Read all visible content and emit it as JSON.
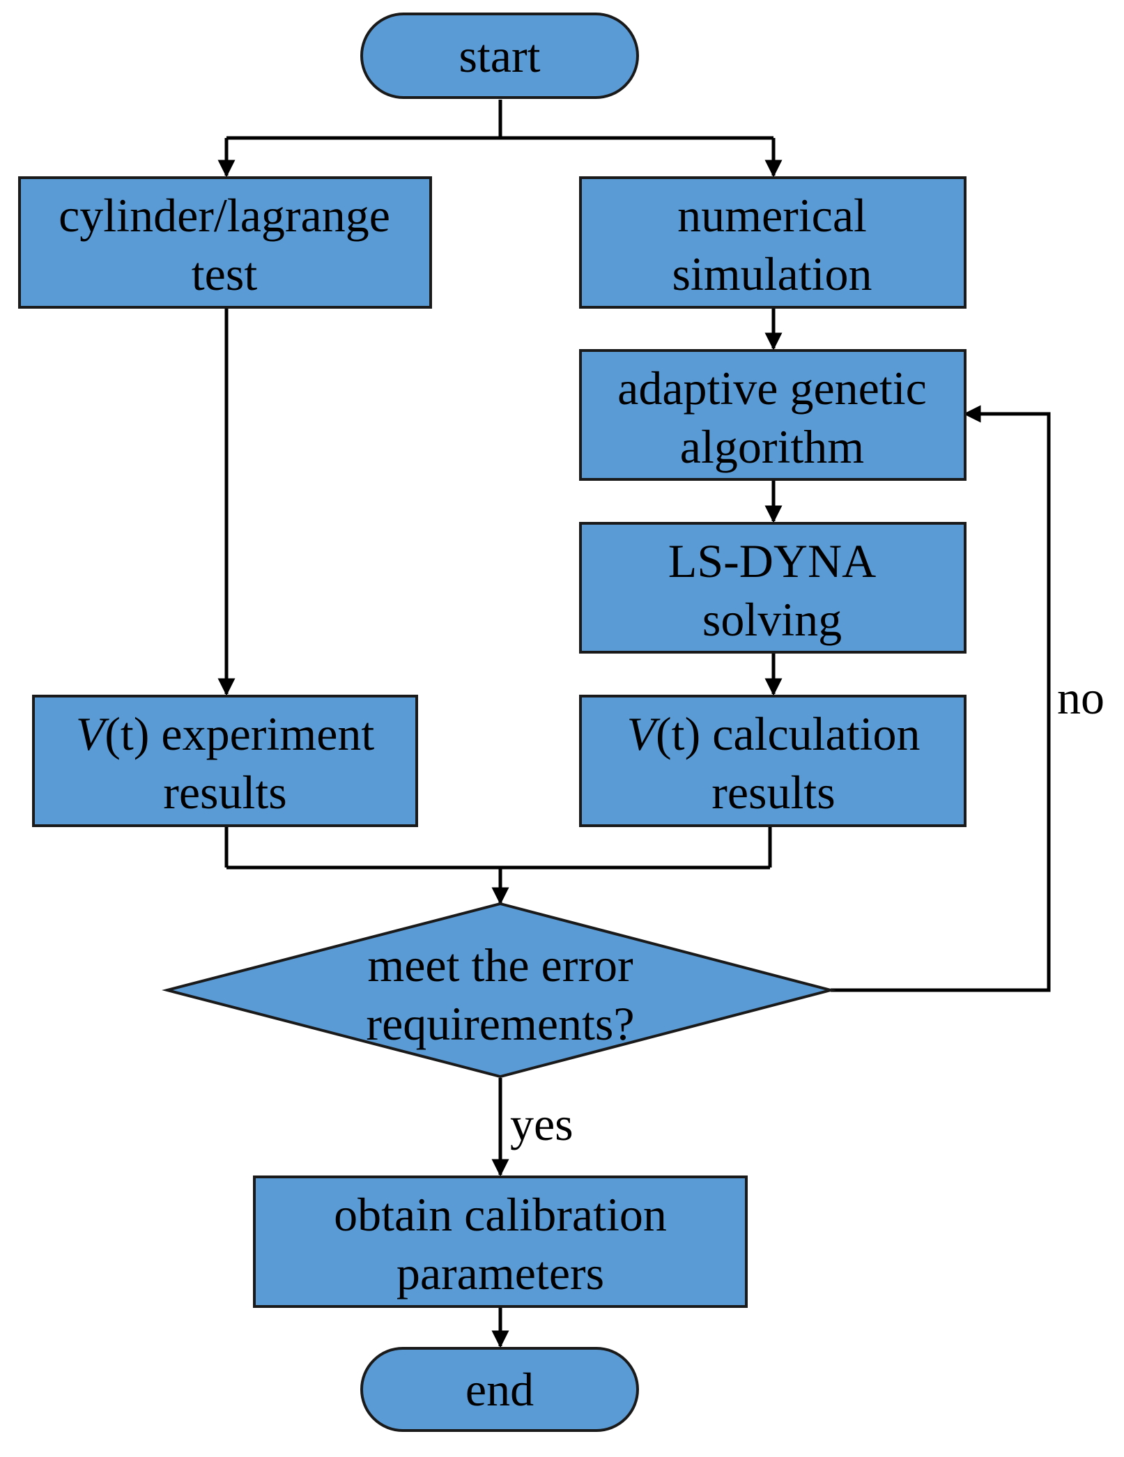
{
  "colors": {
    "node_fill": "#5b9bd5",
    "node_stroke": "#1a1a1a",
    "edge": "#000000",
    "background": "#ffffff"
  },
  "nodes": {
    "start": {
      "lines": [
        "start"
      ]
    },
    "cylinder_test": {
      "lines": [
        "cylinder/lagrange",
        "test"
      ]
    },
    "numerical_simulation": {
      "lines": [
        "numerical",
        "simulation"
      ]
    },
    "adaptive_ga": {
      "lines": [
        "adaptive genetic",
        "algorithm"
      ]
    },
    "ls_dyna": {
      "lines": [
        "LS-DYNA",
        "solving"
      ]
    },
    "vt_experiment": {
      "var": "V",
      "line1_rest": "(t) experiment",
      "line2": "results"
    },
    "vt_calculation": {
      "var": "V",
      "line1_rest": "(t) calculation",
      "line2": "results"
    },
    "decision": {
      "lines": [
        "meet the error",
        "requirements?"
      ]
    },
    "obtain_params": {
      "lines": [
        "obtain calibration",
        "parameters"
      ]
    },
    "end": {
      "lines": [
        "end"
      ]
    }
  },
  "edge_labels": {
    "no": "no",
    "yes": "yes"
  }
}
